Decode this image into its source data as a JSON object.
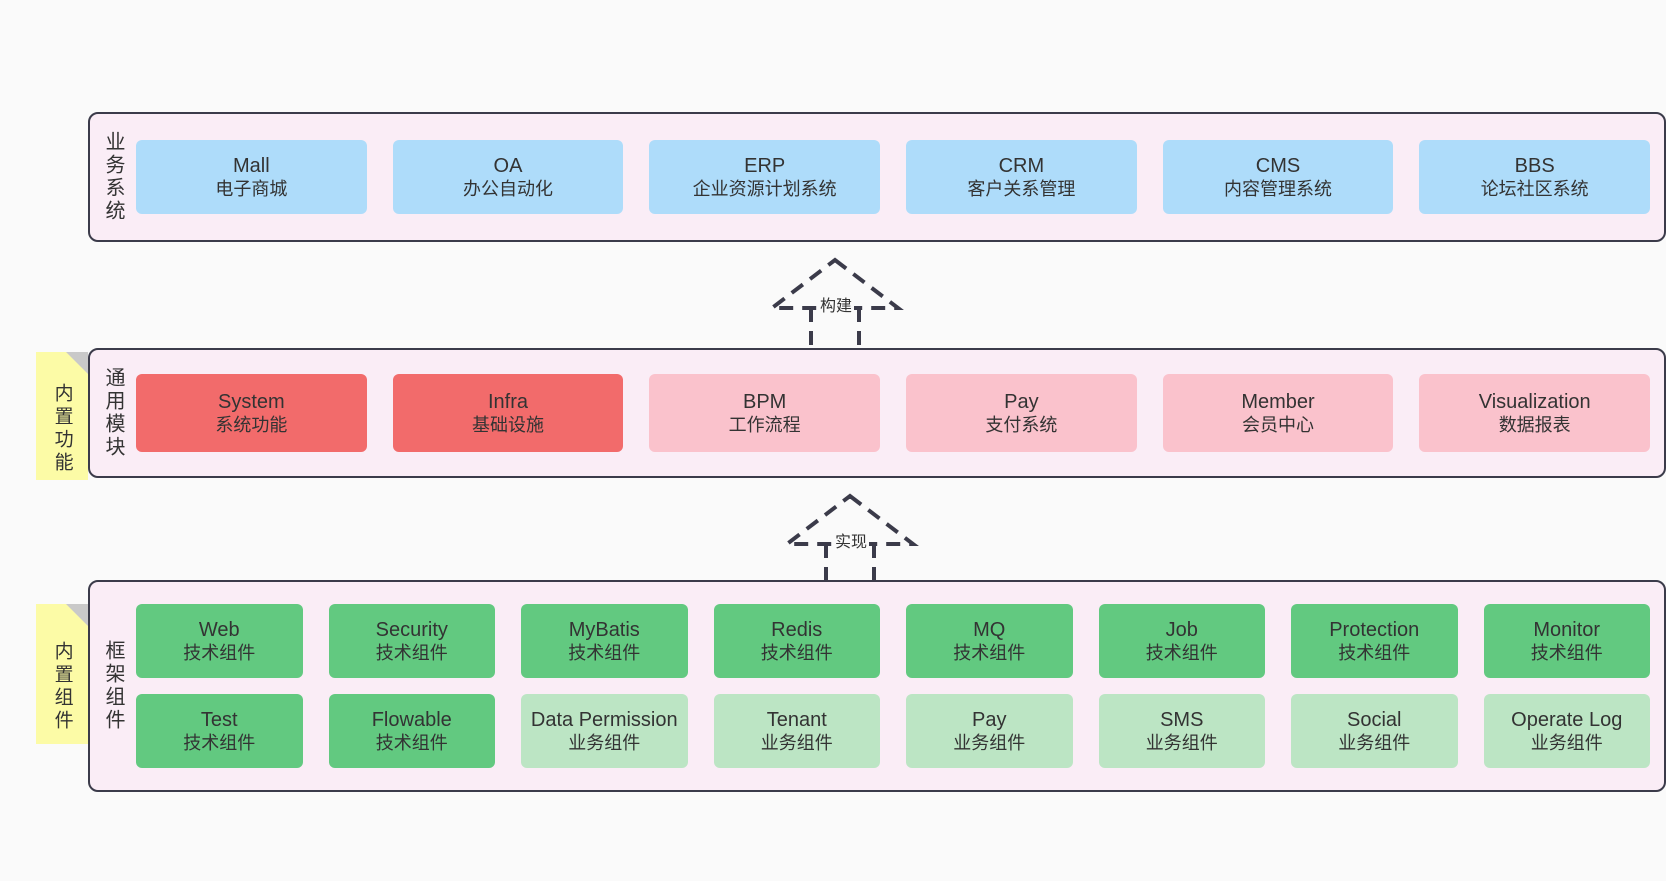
{
  "layers": [
    {
      "id": "business-system",
      "title": "业务系统",
      "note": null,
      "rows": [
        [
          {
            "name": "Mall",
            "sub": "电子商城",
            "color": "#AEDCFA",
            "swatch": "c-blue"
          },
          {
            "name": "OA",
            "sub": "办公自动化",
            "color": "#AEDCFA",
            "swatch": "c-blue"
          },
          {
            "name": "ERP",
            "sub": "企业资源计划系统",
            "color": "#AEDCFA",
            "swatch": "c-blue"
          },
          {
            "name": "CRM",
            "sub": "客户关系管理",
            "color": "#AEDCFA",
            "swatch": "c-blue"
          },
          {
            "name": "CMS",
            "sub": "内容管理系统",
            "color": "#AEDCFA",
            "swatch": "c-blue"
          },
          {
            "name": "BBS",
            "sub": "论坛社区系统",
            "color": "#AEDCFA",
            "swatch": "c-blue"
          }
        ]
      ]
    },
    {
      "id": "common-modules",
      "title": "通用模块",
      "note": "内置功能",
      "rows": [
        [
          {
            "name": "System",
            "sub": "系统功能",
            "color": "#F26B6B",
            "swatch": "c-red"
          },
          {
            "name": "Infra",
            "sub": "基础设施",
            "color": "#F26B6B",
            "swatch": "c-red"
          },
          {
            "name": "BPM",
            "sub": "工作流程",
            "color": "#FAC2CC",
            "swatch": "c-pink"
          },
          {
            "name": "Pay",
            "sub": "支付系统",
            "color": "#FAC2CC",
            "swatch": "c-pink"
          },
          {
            "name": "Member",
            "sub": "会员中心",
            "color": "#FAC2CC",
            "swatch": "c-pink"
          },
          {
            "name": "Visualization",
            "sub": "数据报表",
            "color": "#FAC2CC",
            "swatch": "c-pink"
          }
        ]
      ]
    },
    {
      "id": "framework-components",
      "title": "框架组件",
      "note": "内置组件",
      "rows": [
        [
          {
            "name": "Web",
            "sub": "技术组件",
            "color": "#62C980",
            "swatch": "c-green"
          },
          {
            "name": "Security",
            "sub": "技术组件",
            "color": "#62C980",
            "swatch": "c-green"
          },
          {
            "name": "MyBatis",
            "sub": "技术组件",
            "color": "#62C980",
            "swatch": "c-green"
          },
          {
            "name": "Redis",
            "sub": "技术组件",
            "color": "#62C980",
            "swatch": "c-green"
          },
          {
            "name": "MQ",
            "sub": "技术组件",
            "color": "#62C980",
            "swatch": "c-green"
          },
          {
            "name": "Job",
            "sub": "技术组件",
            "color": "#62C980",
            "swatch": "c-green"
          },
          {
            "name": "Protection",
            "sub": "技术组件",
            "color": "#62C980",
            "swatch": "c-green"
          },
          {
            "name": "Monitor",
            "sub": "技术组件",
            "color": "#62C980",
            "swatch": "c-green"
          }
        ],
        [
          {
            "name": "Test",
            "sub": "技术组件",
            "color": "#62C980",
            "swatch": "c-green"
          },
          {
            "name": "Flowable",
            "sub": "技术组件",
            "color": "#62C980",
            "swatch": "c-green"
          },
          {
            "name": "Data Permission",
            "sub": "业务组件",
            "color": "#BCE5C4",
            "swatch": "c-lightgreen"
          },
          {
            "name": "Tenant",
            "sub": "业务组件",
            "color": "#BCE5C4",
            "swatch": "c-lightgreen"
          },
          {
            "name": "Pay",
            "sub": "业务组件",
            "color": "#BCE5C4",
            "swatch": "c-lightgreen"
          },
          {
            "name": "SMS",
            "sub": "业务组件",
            "color": "#BCE5C4",
            "swatch": "c-lightgreen"
          },
          {
            "name": "Social",
            "sub": "业务组件",
            "color": "#BCE5C4",
            "swatch": "c-lightgreen"
          },
          {
            "name": "Operate Log",
            "sub": "业务组件",
            "color": "#BCE5C4",
            "swatch": "c-lightgreen"
          }
        ]
      ]
    }
  ],
  "connectors": [
    {
      "id": "build",
      "label": "构建",
      "from": "common-modules",
      "to": "business-system"
    },
    {
      "id": "implement",
      "label": "实现",
      "from": "framework-components",
      "to": "common-modules"
    }
  ],
  "colors": {
    "background": "#fafafa",
    "layer_fill": "#FAEDF6",
    "layer_border": "#3b3b4a",
    "sticky_fill": "#FCFBA6",
    "sticky_fold": "#c9c9c9",
    "connector_stroke": "#3b3b4a",
    "text": "#333333"
  }
}
